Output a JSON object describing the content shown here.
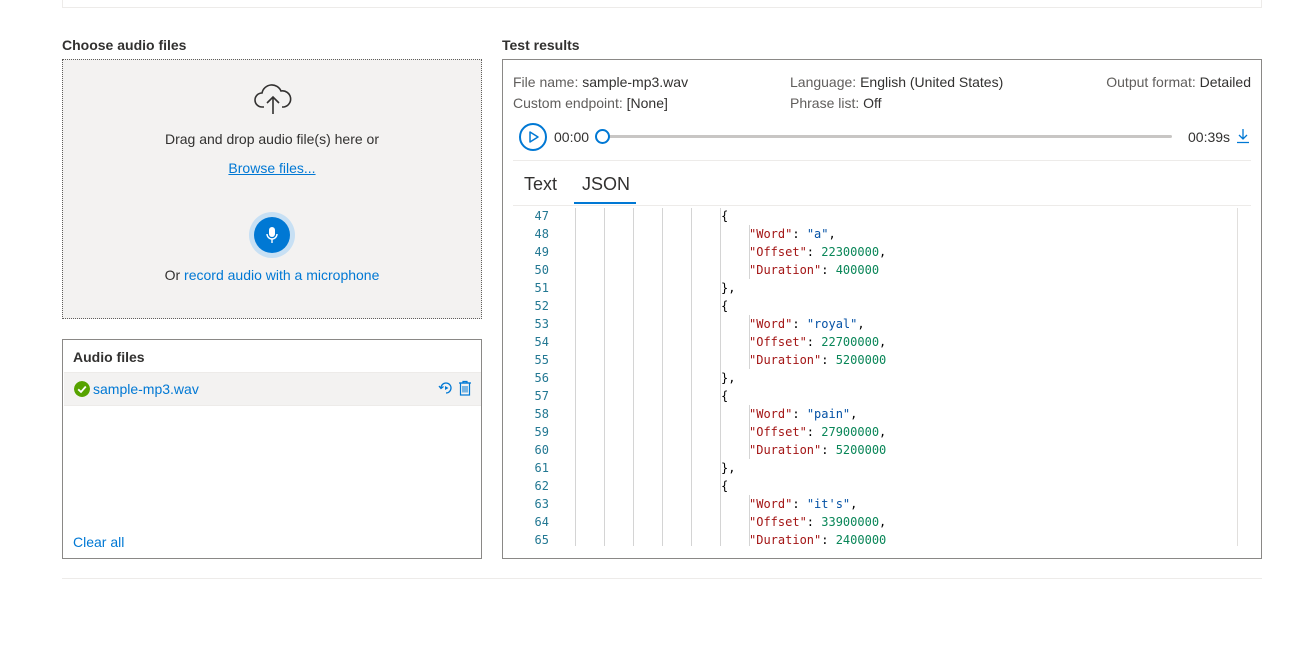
{
  "choose": {
    "title": "Choose audio files",
    "drag_text": "Drag and drop audio file(s) here or",
    "browse_link": "Browse files...",
    "record_prefix": "Or",
    "record_link": "record audio with a microphone"
  },
  "audio_files": {
    "title": "Audio files",
    "items": [
      {
        "name": "sample-mp3.wav",
        "status": "success"
      }
    ],
    "clear_all": "Clear all"
  },
  "results": {
    "title": "Test results",
    "file_name_label": "File name:",
    "file_name": "sample-mp3.wav",
    "language_label": "Language:",
    "language": "English (United States)",
    "output_format_label": "Output format:",
    "output_format": "Detailed",
    "custom_endpoint_label": "Custom endpoint:",
    "custom_endpoint": "[None]",
    "phrase_list_label": "Phrase list:",
    "phrase_list": "Off",
    "current_time": "00:00",
    "total_time": "00:39s",
    "progress": 0,
    "tabs": [
      "Text",
      "JSON"
    ],
    "active_tab": "JSON"
  },
  "json_view": {
    "lines": [
      {
        "n": "47",
        "tokens": [
          [
            "p",
            "{"
          ]
        ],
        "indent": 0
      },
      {
        "n": "48",
        "tokens": [
          [
            "k",
            "\"Word\""
          ],
          [
            "p",
            ": "
          ],
          [
            "s",
            "\"a\""
          ],
          [
            "p",
            ","
          ]
        ],
        "indent": 1
      },
      {
        "n": "49",
        "tokens": [
          [
            "k",
            "\"Offset\""
          ],
          [
            "p",
            ": "
          ],
          [
            "v",
            "22300000"
          ],
          [
            "p",
            ","
          ]
        ],
        "indent": 1
      },
      {
        "n": "50",
        "tokens": [
          [
            "k",
            "\"Duration\""
          ],
          [
            "p",
            ": "
          ],
          [
            "v",
            "400000"
          ]
        ],
        "indent": 1
      },
      {
        "n": "51",
        "tokens": [
          [
            "p",
            "},"
          ]
        ],
        "indent": 0
      },
      {
        "n": "52",
        "tokens": [
          [
            "p",
            "{"
          ]
        ],
        "indent": 0
      },
      {
        "n": "53",
        "tokens": [
          [
            "k",
            "\"Word\""
          ],
          [
            "p",
            ": "
          ],
          [
            "s",
            "\"royal\""
          ],
          [
            "p",
            ","
          ]
        ],
        "indent": 1
      },
      {
        "n": "54",
        "tokens": [
          [
            "k",
            "\"Offset\""
          ],
          [
            "p",
            ": "
          ],
          [
            "v",
            "22700000"
          ],
          [
            "p",
            ","
          ]
        ],
        "indent": 1
      },
      {
        "n": "55",
        "tokens": [
          [
            "k",
            "\"Duration\""
          ],
          [
            "p",
            ": "
          ],
          [
            "v",
            "5200000"
          ]
        ],
        "indent": 1
      },
      {
        "n": "56",
        "tokens": [
          [
            "p",
            "},"
          ]
        ],
        "indent": 0
      },
      {
        "n": "57",
        "tokens": [
          [
            "p",
            "{"
          ]
        ],
        "indent": 0
      },
      {
        "n": "58",
        "tokens": [
          [
            "k",
            "\"Word\""
          ],
          [
            "p",
            ": "
          ],
          [
            "s",
            "\"pain\""
          ],
          [
            "p",
            ","
          ]
        ],
        "indent": 1
      },
      {
        "n": "59",
        "tokens": [
          [
            "k",
            "\"Offset\""
          ],
          [
            "p",
            ": "
          ],
          [
            "v",
            "27900000"
          ],
          [
            "p",
            ","
          ]
        ],
        "indent": 1
      },
      {
        "n": "60",
        "tokens": [
          [
            "k",
            "\"Duration\""
          ],
          [
            "p",
            ": "
          ],
          [
            "v",
            "5200000"
          ]
        ],
        "indent": 1
      },
      {
        "n": "61",
        "tokens": [
          [
            "p",
            "},"
          ]
        ],
        "indent": 0
      },
      {
        "n": "62",
        "tokens": [
          [
            "p",
            "{"
          ]
        ],
        "indent": 0
      },
      {
        "n": "63",
        "tokens": [
          [
            "k",
            "\"Word\""
          ],
          [
            "p",
            ": "
          ],
          [
            "s",
            "\"it's\""
          ],
          [
            "p",
            ","
          ]
        ],
        "indent": 1
      },
      {
        "n": "64",
        "tokens": [
          [
            "k",
            "\"Offset\""
          ],
          [
            "p",
            ": "
          ],
          [
            "v",
            "33900000"
          ],
          [
            "p",
            ","
          ]
        ],
        "indent": 1
      },
      {
        "n": "65",
        "tokens": [
          [
            "k",
            "\"Duration\""
          ],
          [
            "p",
            ": "
          ],
          [
            "v",
            "2400000"
          ]
        ],
        "indent": 1
      }
    ]
  },
  "colors": {
    "accent": "#0078d4",
    "success": "#57a300",
    "json_key": "#a31515",
    "json_string": "#0451a5",
    "json_number": "#098658",
    "line_number": "#237893"
  },
  "icons": [
    "cloud-upload-icon",
    "microphone-icon",
    "check-circle-icon",
    "replay-icon",
    "trash-icon",
    "play-icon",
    "download-icon"
  ]
}
